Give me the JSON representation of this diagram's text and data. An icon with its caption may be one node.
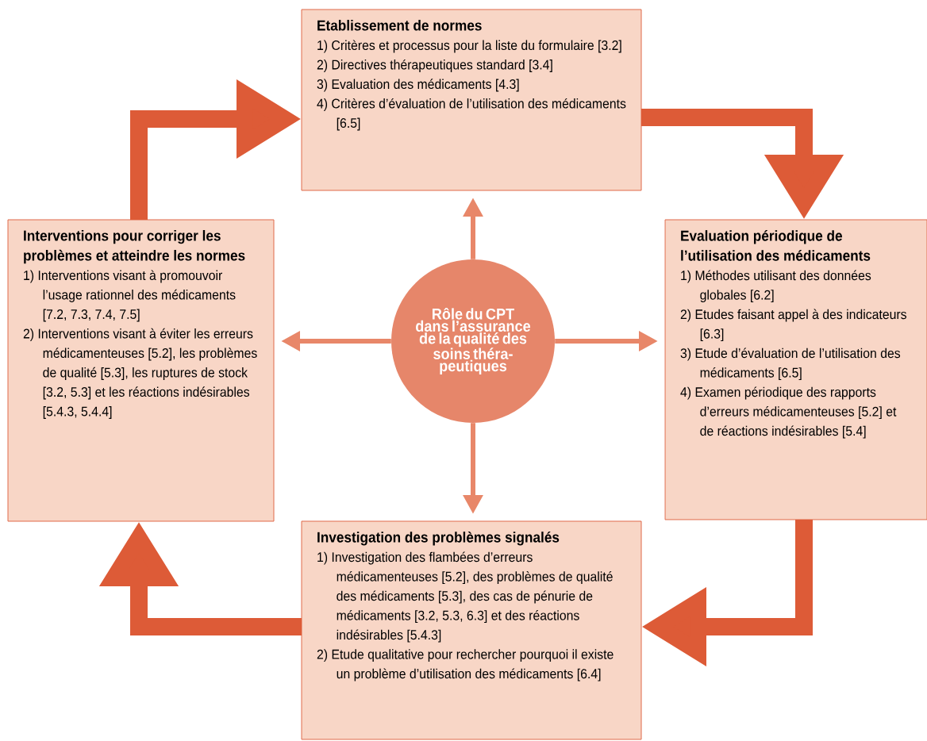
{
  "diagram": {
    "nodes": [
      {
        "text": [
          "Etablissement de normes",
          "1) Critères et processus pour la liste du formulaire [3.2]",
          "2) Directives thérapeutiques standard [3.4]",
          "3) Evaluation des médicaments [4.3]",
          "4) Critères d’évaluation de l’utilisation des médicaments [6.5]"
        ]
      },
      {
        "text": [
          "Interventions pour corriger les problèmes et atteindre les normes",
          "1) Interventions visant à promouvoir l’usage rationnel des médicaments [7.2, 7.3, 7.4, 7.5]",
          "2) Interventions visant à éviter les erreurs médicamenteuses [5.2], les problèmes de qualité [5.3], les ruptures de stock [3.2, 5.3] et les réactions indésirables [5.4.3, 5.4.4]"
        ]
      },
      {
        "text": [
          "Evaluation périodique de l’utilisation des médicaments",
          "1) Méthodes utilisant des données globales [6.2]",
          "2) Etudes faisant appel à des indicateurs [6.3]",
          "3) Etude d’évaluation de l’utilisation des médicaments [6.5]",
          "4) Examen périodique des rapports d’erreurs médicamenteuses [5.2] et de réactions indésirables [5.4]"
        ]
      },
      {
        "text": [
          "Investigation des problèmes signalés",
          "1) Investigation des flambées d’erreurs médicamenteuses [5.2], des problèmes de qualité des médicaments [5.3], des cas de pénurie de médicaments [3.2, 5.3, 6.3] et des réactions indésirables [5.4.3]",
          "2) Etude qualitative pour rechercher pourquoi il existe un problème d’utilisation des médicaments [6.4]"
        ]
      },
      {
        "text": [
          "Rôle du CPT dans l’assurance de la qualité des soins théra-peutiques"
        ]
      }
    ],
    "edges": [
      {
        "from": 1,
        "to": 0,
        "arrow": "to",
        "style": "thick",
        "color": "#dd5b37"
      },
      {
        "from": 0,
        "to": 2,
        "arrow": "to",
        "style": "thick",
        "color": "#dd5b37"
      },
      {
        "from": 2,
        "to": 3,
        "arrow": "to",
        "style": "thick",
        "color": "#dd5b37"
      },
      {
        "from": 3,
        "to": 1,
        "arrow": "to",
        "style": "thick",
        "color": "#dd5b37"
      },
      {
        "from": 4,
        "to": 0,
        "arrow": "to"
      },
      {
        "from": 4,
        "to": 1,
        "arrow": "to"
      },
      {
        "from": 4,
        "to": 2,
        "arrow": "to"
      },
      {
        "from": 4,
        "to": 3,
        "arrow": "to"
      }
    ]
  }
}
